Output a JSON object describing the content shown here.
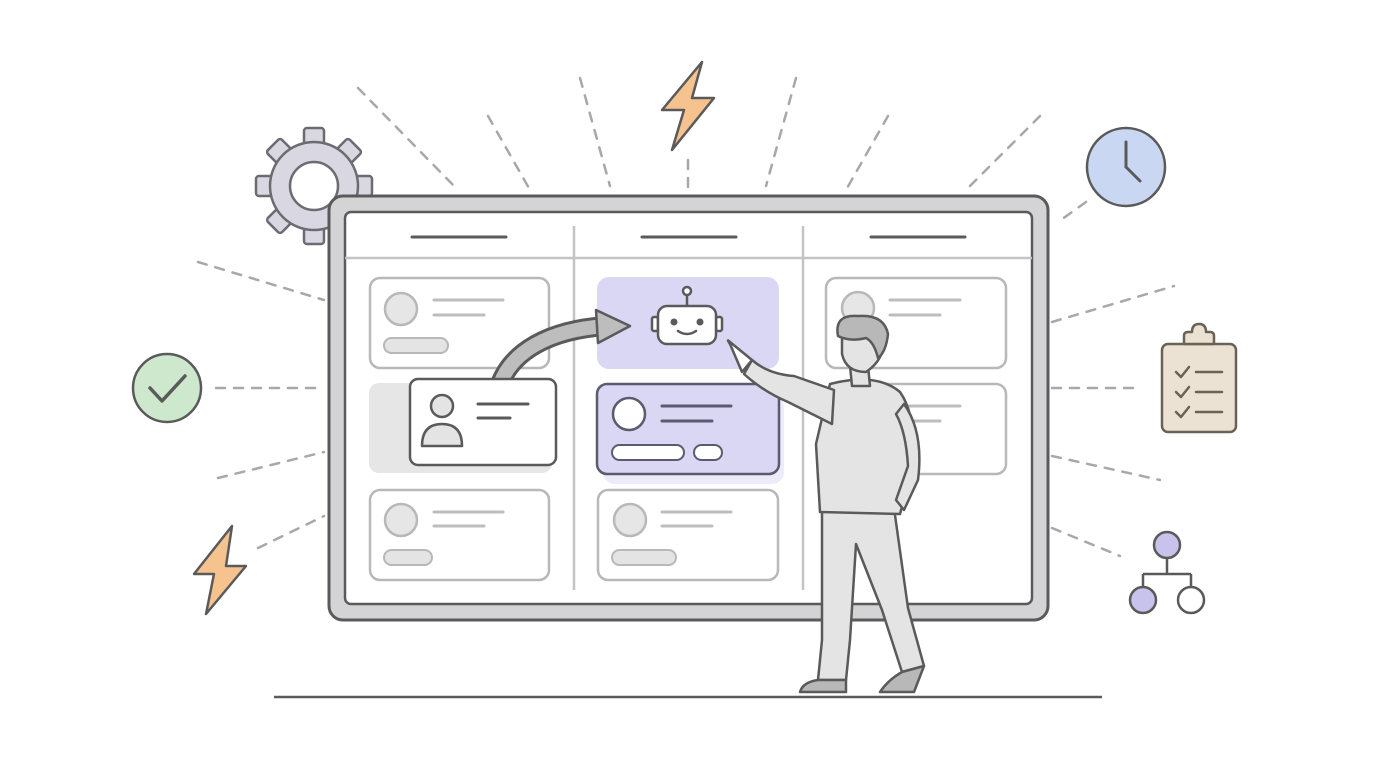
{
  "illustration": {
    "colors": {
      "stroke": "#5a5a5a",
      "board_frame": "#d4d4d6",
      "board_surface": "#ffffff",
      "card_border": "#b8b8b8",
      "highlight": "#d9d7f4",
      "highlight_border": "#5b5b6e",
      "person_fill": "#e4e4e4",
      "lightning": "#f6c28e",
      "check_fill": "#cde8cd",
      "clock_fill": "#c9d7f3",
      "clipboard_fill": "#ece2d4",
      "network_fill": "#c7c3ec",
      "gear_fill": "#d9d7e1"
    },
    "icons": [
      "lightning-icon",
      "gear-icon",
      "clock-icon",
      "check-icon",
      "clipboard-checklist-icon",
      "network-icon",
      "robot-icon",
      "user-icon",
      "arrow-icon"
    ],
    "board": {
      "columns": 3,
      "cards_per_column": [
        3,
        3,
        2
      ],
      "highlighted_cards": [
        "robot-card",
        "assigned-card"
      ]
    }
  }
}
